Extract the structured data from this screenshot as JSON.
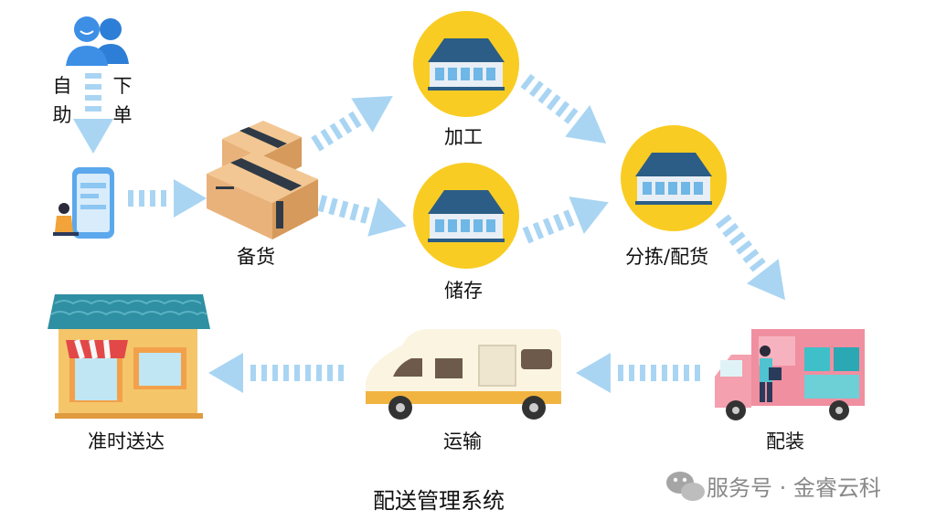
{
  "labels": {
    "self_order_left": "自助",
    "self_order_right": "下单",
    "stock_prep": "备货",
    "processing": "加工",
    "storage": "储存",
    "sorting": "分拣/配货",
    "loading": "配装",
    "transport": "运输",
    "delivery": "准时送达"
  },
  "title": "配送管理系统",
  "watermark": "服务号 · 金睿云科",
  "colors": {
    "arrow": "#a9d5f3",
    "circle": "#f9cc23",
    "roof": "#2b5d86",
    "house_wall": "#e8eef5",
    "window": "#6fb7e6",
    "box": "#e9b27b",
    "tape": "#2f3a46",
    "truck": "#f08fa0",
    "shop_roof": "#2f8fa3",
    "shop_wall": "#f5c56a",
    "rv_body": "#fbf4e1",
    "rv_stripe": "#f2b441"
  }
}
